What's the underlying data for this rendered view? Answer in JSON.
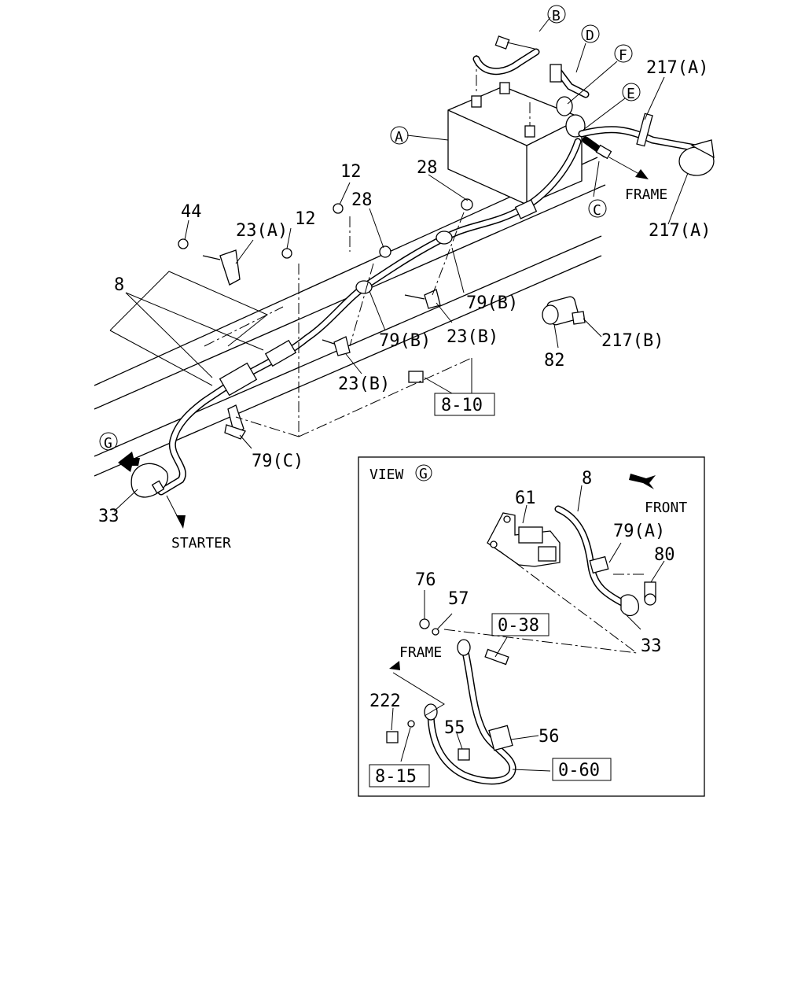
{
  "labels": {
    "p217a_top": "217(A)",
    "p217a_bot": "217(A)",
    "p217b": "217(B)",
    "p82": "82",
    "p28_right": "28",
    "p28_mid": "28",
    "p12_a": "12",
    "p12_b": "12",
    "p44": "44",
    "p23a": "23(A)",
    "p8": "8",
    "p79b_1": "79(B)",
    "p79b_2": "79(B)",
    "p23b_1": "23(B)",
    "p23b_2": "23(B)",
    "p79c": "79(C)",
    "p33": "33",
    "frame": "FRAME",
    "starter": "STARTER",
    "ref_8_10": "8-10"
  },
  "circles": {
    "A": "A",
    "B": "B",
    "C": "C",
    "D": "D",
    "E": "E",
    "F": "F",
    "G": "G"
  },
  "view_g": {
    "title": "VIEW",
    "marker": "G",
    "front": "FRONT",
    "frame": "FRAME",
    "p8": "8",
    "p61": "61",
    "p79a": "79(A)",
    "p80": "80",
    "p76": "76",
    "p57": "57",
    "p33": "33",
    "p222": "222",
    "p55": "55",
    "p56": "56",
    "ref_0_38": "0-38",
    "ref_0_60": "0-60",
    "ref_8_15": "8-15"
  }
}
